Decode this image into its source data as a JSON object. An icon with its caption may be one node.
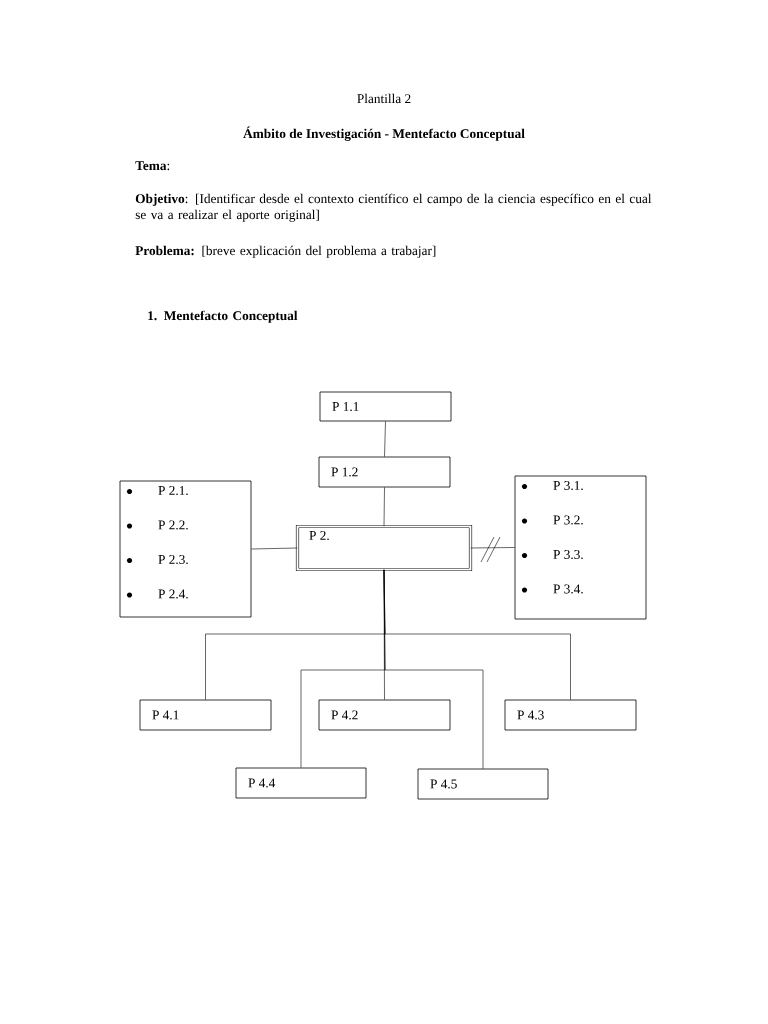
{
  "diagram": {
    "title": "Ámbito de Investigación - Mentefacto Conceptual",
    "nodes": [
      {
        "text": [
          "P 1.1"
        ]
      },
      {
        "text": [
          "P 1.2"
        ]
      },
      {
        "text": [
          "P 2.1.",
          "P 2.2.",
          "P 2.3.",
          "P 2.4."
        ]
      },
      {
        "text": [
          "P 2."
        ]
      },
      {
        "text": [
          "P 3.1.",
          "P 3.2.",
          "P 3.3.",
          "P 3.4."
        ]
      },
      {
        "text": [
          "P 4.1"
        ]
      },
      {
        "text": [
          "P 4.2"
        ]
      },
      {
        "text": [
          "P 4.3"
        ]
      },
      {
        "text": [
          "P 4.4"
        ]
      },
      {
        "text": [
          "P 4.5"
        ]
      }
    ],
    "edges": [
      {
        "from": 0,
        "to": 1,
        "arrow": "none"
      },
      {
        "from": 1,
        "to": 3,
        "arrow": "none"
      },
      {
        "from": 2,
        "to": 3,
        "arrow": "none"
      },
      {
        "from": 3,
        "to": 4,
        "arrow": "none"
      },
      {
        "from": 3,
        "to": 5,
        "arrow": "none"
      },
      {
        "from": 3,
        "to": 6,
        "arrow": "none"
      },
      {
        "from": 3,
        "to": 7,
        "arrow": "none"
      },
      {
        "from": 3,
        "to": 8,
        "arrow": "none"
      },
      {
        "from": 3,
        "to": 9,
        "arrow": "none"
      }
    ],
    "labels": [
      "Plantilla 2",
      "**Tema**:",
      "**Objetivo**: [Identificar desde el contexto científico el campo de la ciencia específico en el cual se va a realizar el aporte original]",
      "**Problema:** [breve explicación del problema a trabajar]",
      "1. Mentefacto Conceptual"
    ]
  }
}
